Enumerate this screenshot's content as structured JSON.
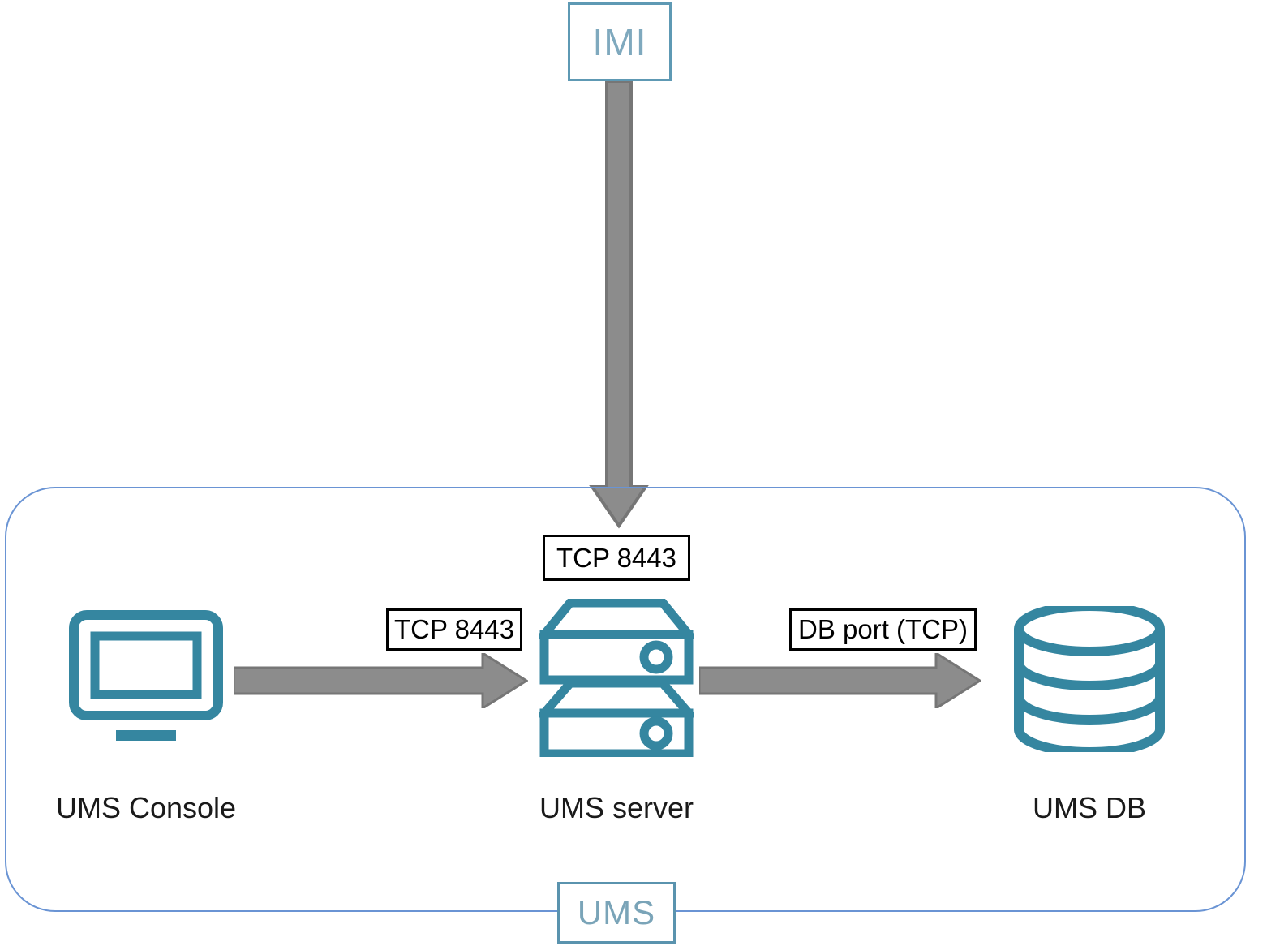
{
  "diagram": {
    "title_tag_top": "IMI",
    "title_tag_bottom": "UMS",
    "boundary_label": "UMS",
    "colors": {
      "teal_icon": "#3586A0",
      "tag_border": "#5E99B4",
      "tag_text": "#7FA9BE",
      "boundary_border": "#6A94D4",
      "arrow_fill": "#8C8C8C",
      "arrow_stroke": "#767676",
      "label_border": "#000000",
      "label_text": "#000000",
      "caption_text": "#1a1a1a"
    }
  },
  "nodes": [
    {
      "id": "ums-console",
      "caption": "UMS Console",
      "icon": "monitor-icon"
    },
    {
      "id": "ums-server",
      "caption": "UMS server",
      "icon": "server-stack-icon"
    },
    {
      "id": "ums-db",
      "caption": "UMS DB",
      "icon": "database-cylinder-icon"
    }
  ],
  "connections": [
    {
      "id": "imi-to-server",
      "label": "TCP 8443",
      "direction": "down",
      "from": "IMI",
      "to": "UMS server"
    },
    {
      "id": "console-to-server",
      "label": "TCP 8443",
      "direction": "right",
      "from": "UMS Console",
      "to": "UMS server"
    },
    {
      "id": "server-to-db",
      "label": "DB port (TCP)",
      "direction": "right",
      "from": "UMS server",
      "to": "UMS DB"
    }
  ],
  "labels": {
    "imi_tcp": "TCP 8443",
    "console_tcp": "TCP 8443",
    "db_port": "DB port (TCP)"
  }
}
